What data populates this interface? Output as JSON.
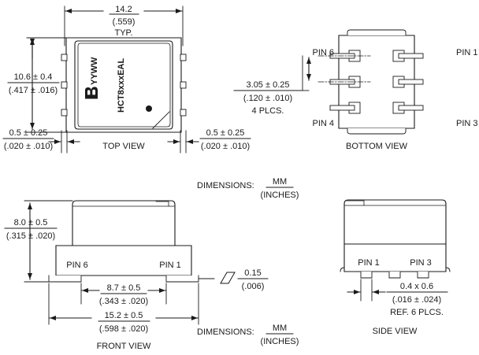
{
  "document": {
    "type": "mechanical-outline-drawing",
    "line_color": "#1a1a1a",
    "fill_color": "#ffffff",
    "background": "#ffffff"
  },
  "top_view": {
    "label": "TOP VIEW",
    "width_dim": {
      "mm": "14.2",
      "inch": "(.559)",
      "note": "TYP."
    },
    "height_dim": {
      "mm": "10.6 ± 0.4",
      "inch": "(.417 ± .016)"
    },
    "lead_left_dim": {
      "mm": "0.5 ± 0.25",
      "inch": "(.020 ± .010)"
    },
    "lead_right_dim": {
      "mm": "0.5 ± 0.25",
      "inch": "(.020 ± .010)"
    },
    "marking_line1": "YYWW",
    "marking_line2": "HCT8xxxEAL",
    "logo": "bourns-logo"
  },
  "bottom_view": {
    "label": "BOTTOM VIEW",
    "pins": {
      "pin6": "PIN 6",
      "pin4": "PIN 4",
      "pin1": "PIN 1",
      "pin3": "PIN 3"
    },
    "pitch_dim": {
      "mm": "3.05 ± 0.25",
      "inch": "(.120 ± .010)",
      "note": "4 PLCS."
    }
  },
  "front_view": {
    "label": "FRONT VIEW",
    "height_dim": {
      "mm": "8.0 ± 0.5",
      "inch": "(.315 ± .020)"
    },
    "inner_dim": {
      "mm": "8.7 ± 0.5",
      "inch": "(.343 ± .020)"
    },
    "outer_dim": {
      "mm": "15.2 ± 0.5",
      "inch": "(.598 ± .020)"
    },
    "flatness_dim": {
      "mm": "0.15",
      "inch": "(.006)",
      "symbol": "parallelogram-gdt-symbol"
    },
    "pins": {
      "pin6": "PIN 6",
      "pin1": "PIN 1"
    }
  },
  "side_view": {
    "label": "SIDE VIEW",
    "lead_dim": {
      "mm": "0.4 x 0.6",
      "inch": "(.016 ± .024)",
      "note": "REF. 6 PLCS."
    },
    "pins": {
      "pin1": "PIN 1",
      "pin3": "PIN 3"
    }
  },
  "notes": {
    "dimensions_label_1": "DIMENSIONS:",
    "dimensions_unit_num_1": "MM",
    "dimensions_unit_den_1": "(INCHES)",
    "dimensions_label_2": "DIMENSIONS:",
    "dimensions_unit_num_2": "MM",
    "dimensions_unit_den_2": "(INCHES)"
  }
}
